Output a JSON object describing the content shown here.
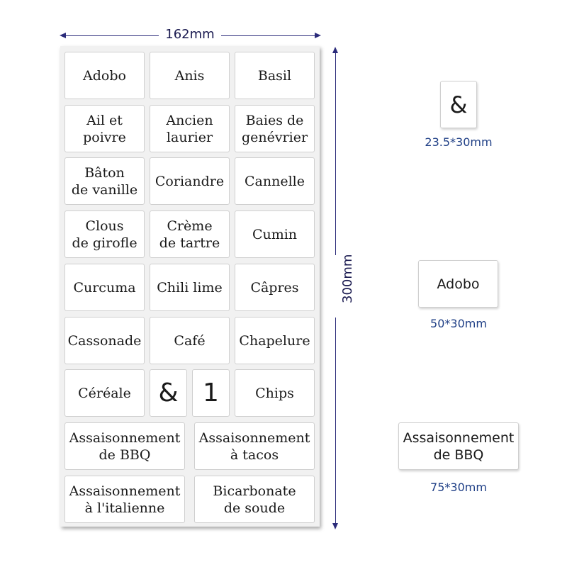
{
  "dimensions": {
    "width_label": "162mm",
    "height_label": "300mm"
  },
  "sheet": {
    "labels": [
      "Adobo",
      "Anis",
      "Basil",
      "Ail  et\npoivre",
      "Ancien\nlaurier",
      "Baies de\ngenévrier",
      "Bâton\nde vanille",
      "Coriandre",
      "Cannelle",
      "Clous\nde girofle",
      "Crème\nde tartre",
      "Cumin",
      "Curcuma",
      "Chili lime",
      "Câpres",
      "Cassonade",
      "Café",
      "Chapelure",
      "Céréale",
      "&",
      "1",
      "Chips",
      "Assaisonnement\nde BBQ",
      "Assaisonnement\nà tacos",
      "Assaisonnement\nà l'italienne",
      "Bicarbonate\nde soude"
    ]
  },
  "samples": [
    {
      "text": "&",
      "size": "23.5*30mm"
    },
    {
      "text": "Adobo",
      "size": "50*30mm"
    },
    {
      "text": "Assaisonnement\nde BBQ",
      "size": "75*30mm"
    }
  ]
}
